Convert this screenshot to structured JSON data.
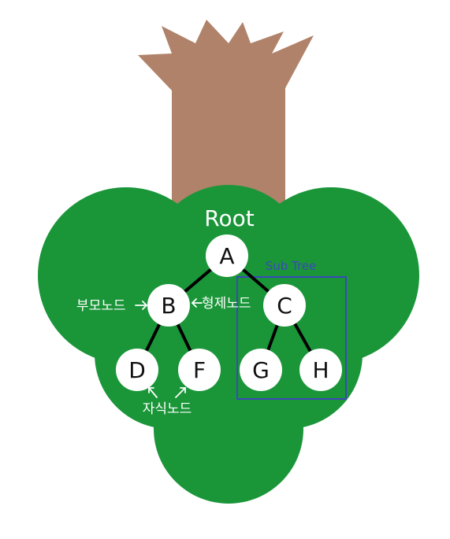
{
  "title": "Root",
  "subtree_label": "Sub Tree",
  "nodes": {
    "A": "A",
    "B": "B",
    "C": "C",
    "D": "D",
    "F": "F",
    "G": "G",
    "H": "H"
  },
  "annotations": {
    "parent": "부모노드",
    "sibling": "형제노드",
    "child": "자식노드"
  },
  "colors": {
    "trunk": "#b0826a",
    "foliage": "#1a9639",
    "node_fill": "#ffffff",
    "edge": "#000000",
    "subtree_box": "#3a49b8",
    "annotation_text": "#ffffff"
  }
}
